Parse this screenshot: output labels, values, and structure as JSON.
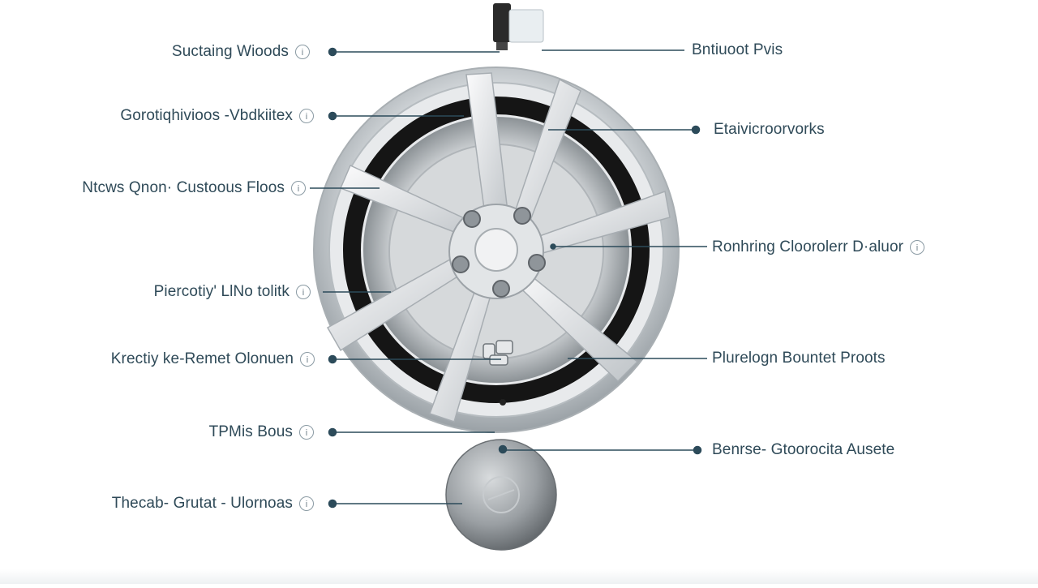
{
  "diagram": {
    "left_labels": [
      {
        "text": "Suctaing Wioods",
        "info_icon": "info-icon"
      },
      {
        "text": "Gorotiqhivioos -Vbdkiitex",
        "info_icon": "info-icon"
      },
      {
        "text": "Ntcws Qnon· Custoous Floos",
        "info_icon": "info-icon"
      },
      {
        "text": "Piercotiy' LlNo tolitk",
        "info_icon": "info-icon"
      },
      {
        "text": "Krectiy ke-Remet Olonuen",
        "info_icon": "info-icon"
      },
      {
        "text": "TPMis Bous",
        "info_icon": "info-icon"
      },
      {
        "text": "Thecab- Grutat - Ulornoas",
        "info_icon": "info-icon"
      }
    ],
    "right_labels": [
      {
        "text": "Bntiuoot Pvis"
      },
      {
        "text": "Etaivicroorvorks"
      },
      {
        "text": "Ronhring Cloorolerr D·aluor",
        "info_icon": "info-icon"
      },
      {
        "text": "Plurelogn Bountet Proots"
      },
      {
        "text": "Benrse- Gtoorocita Ausete"
      }
    ],
    "colors": {
      "line": "#2c4b5a",
      "label": "#2f4a58",
      "rim": "#c9cfd4",
      "tire": "#1c1c1c"
    }
  }
}
